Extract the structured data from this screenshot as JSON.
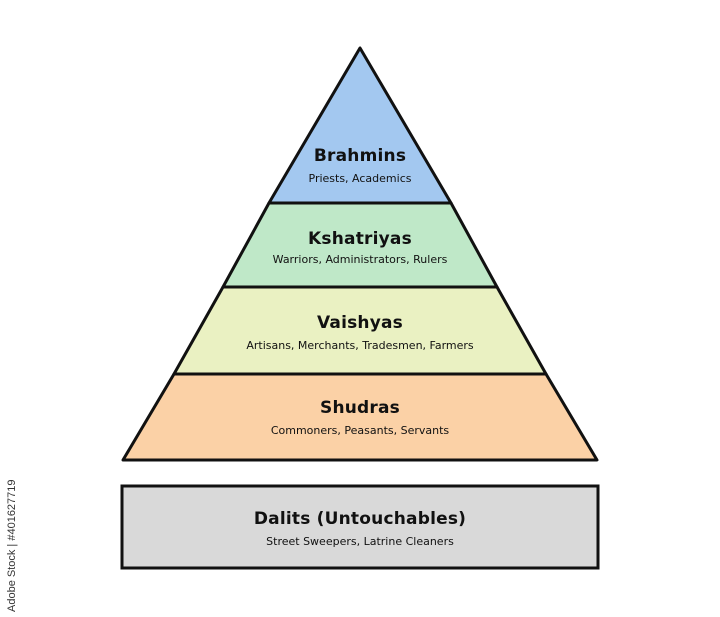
{
  "tiers": [
    {
      "name": "Brahmins",
      "desc": "Priests, Academics",
      "color": "#a3c8f0"
    },
    {
      "name": "Kshatriyas",
      "desc": "Warriors, Administrators, Rulers",
      "color": "#bfe8c8"
    },
    {
      "name": "Vaishyas",
      "desc": "Artisans, Merchants, Tradesmen, Farmers",
      "color": "#eaf1c2"
    },
    {
      "name": "Shudras",
      "desc": "Commoners, Peasants, Servants",
      "color": "#fbd1a6"
    }
  ],
  "base": {
    "name": "Dalits (Untouchables)",
    "desc": "Street Sweepers, Latrine Cleaners",
    "color": "#d9d9d9"
  },
  "watermark": "Adobe Stock | #401627719"
}
